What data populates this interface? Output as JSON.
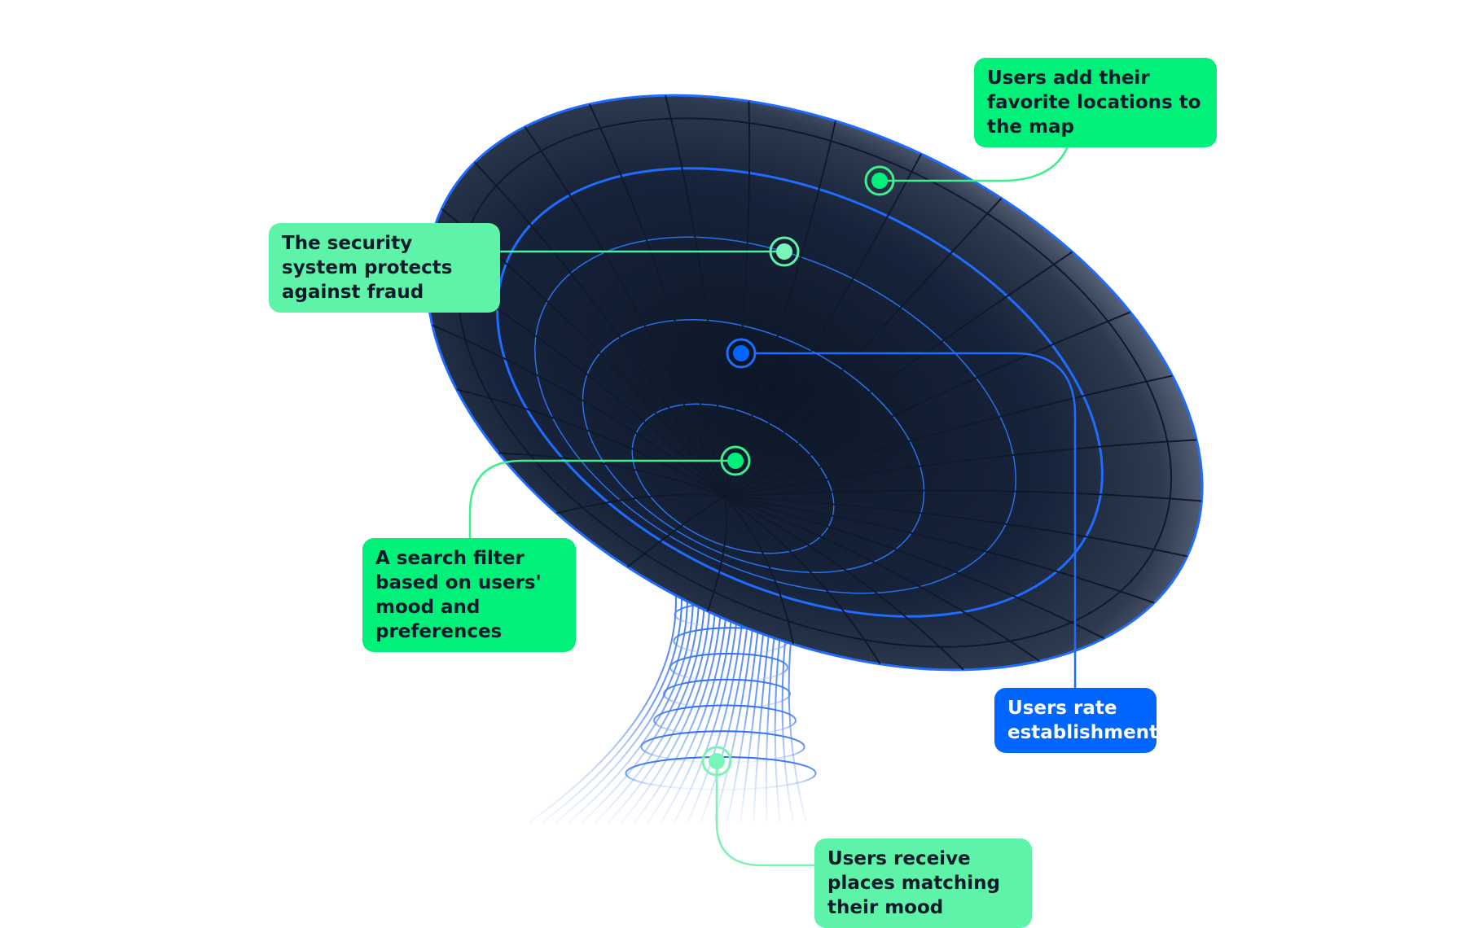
{
  "colors": {
    "funnel_dark": "#1b2638",
    "funnel_edge": "#1f6cff",
    "grid_line": "#0e1a2c",
    "tube": "#3d7cf0",
    "green": "#00f07a",
    "mint": "#5ef3a8",
    "blue": "#0066ff"
  },
  "callouts": {
    "locations": "Users add their favorite locations to the map",
    "security": "The security system protects against fraud",
    "filter": "A search filter based on users' mood and preferences",
    "rate": "Users rate establishments",
    "receive": "Users receive places matching their mood"
  },
  "markers": [
    {
      "id": "locations",
      "color": "green"
    },
    {
      "id": "security",
      "color": "mint"
    },
    {
      "id": "rate",
      "color": "blue"
    },
    {
      "id": "filter",
      "color": "green"
    },
    {
      "id": "receive",
      "color": "mint"
    }
  ]
}
